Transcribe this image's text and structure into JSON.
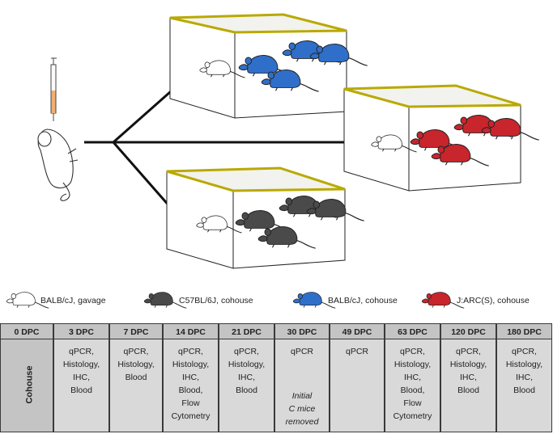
{
  "colors": {
    "white_mouse": "#ffffff",
    "black_mouse": "#4a4a4a",
    "blue_mouse": "#2f6fc9",
    "red_mouse": "#c8252c",
    "cage_lid_rim": "#e8dd20",
    "table_fill": "#d9d9d9",
    "table_header_fill": "#c4c4c4"
  },
  "legend": [
    {
      "label": "BALB/cJ, gavage",
      "color": "#ffffff"
    },
    {
      "label": "C57BL/6J, cohouse",
      "color": "#4a4a4a"
    },
    {
      "label": "BALB/cJ, cohouse",
      "color": "#2f6fc9"
    },
    {
      "label": "J:ARC(S), cohouse",
      "color": "#c8252c"
    }
  ],
  "timeline": {
    "row_label": "Cohouse",
    "columns": [
      {
        "header": "0 DPC",
        "assays": "",
        "note": ""
      },
      {
        "header": "3 DPC",
        "assays": "qPCR,\nHistology,\nIHC,\nBlood",
        "note": ""
      },
      {
        "header": "7 DPC",
        "assays": "qPCR,\nHistology,\nBlood",
        "note": ""
      },
      {
        "header": "14 DPC",
        "assays": "qPCR,\nHistology,\nIHC,\nBlood,\nFlow\nCytometry",
        "note": ""
      },
      {
        "header": "21 DPC",
        "assays": "qPCR,\nHistology,\nIHC,\nBlood",
        "note": ""
      },
      {
        "header": "30 DPC",
        "assays": "qPCR",
        "note": "Initial\nC mice\nremoved"
      },
      {
        "header": "49 DPC",
        "assays": "qPCR",
        "note": ""
      },
      {
        "header": "63 DPC",
        "assays": "qPCR,\nHistology,\nIHC,\nBlood,\nFlow\nCytometry",
        "note": ""
      },
      {
        "header": "120 DPC",
        "assays": "qPCR,\nHistology,\nIHC,\nBlood",
        "note": ""
      },
      {
        "header": "180 DPC",
        "assays": "qPCR,\nHistology,\nIHC,\nBlood",
        "note": ""
      }
    ]
  }
}
